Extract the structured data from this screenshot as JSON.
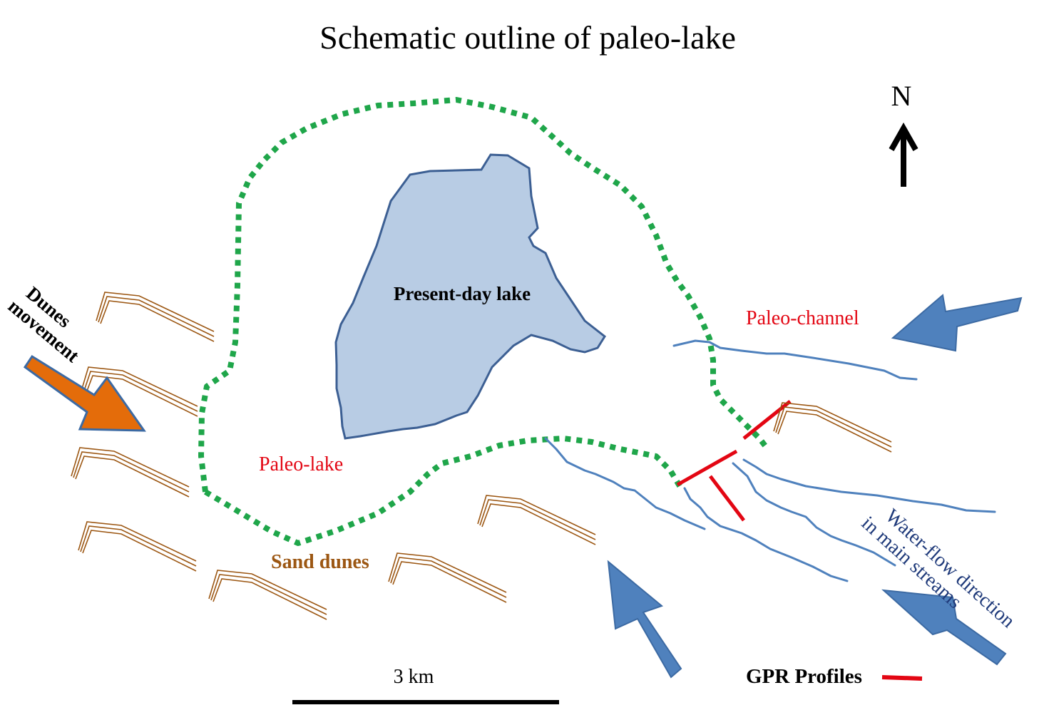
{
  "title": "Schematic outline of paleo-lake",
  "north_label": "N",
  "labels": {
    "present_day_lake": "Present-day lake",
    "paleo_lake": "Paleo-lake",
    "paleo_channel": "Paleo-channel",
    "sand_dunes": "Sand dunes",
    "dunes_movement_line1": "Dunes",
    "dunes_movement_line2": "movement",
    "water_flow_line1": "Water-flow direction",
    "water_flow_line2": "in main streams"
  },
  "scale_bar": {
    "label": "3 km"
  },
  "legend": {
    "gpr_profiles": "GPR Profiles"
  },
  "colors": {
    "present_lake_fill": "#b8cce4",
    "present_lake_stroke": "#3c5f93",
    "paleo_lake_outline": "#1fa64a",
    "streams": "#4f81bd",
    "gpr_profiles": "#e30613",
    "dunes": "#9c5713",
    "dunes_arrow": "#e46c0a",
    "flow_arrows": "#4f81bd"
  }
}
